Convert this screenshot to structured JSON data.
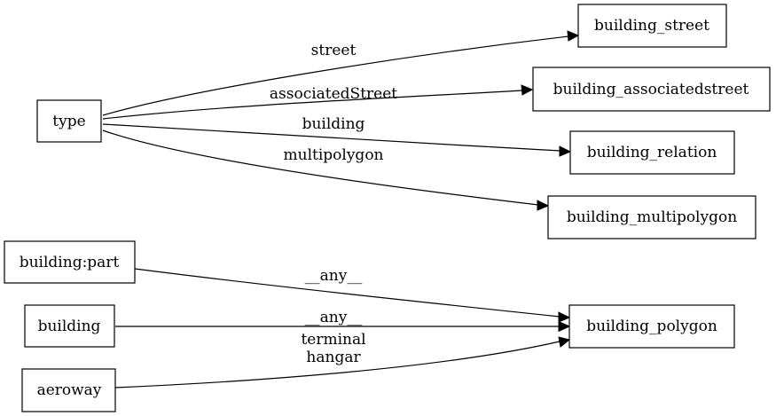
{
  "nodes": {
    "type": "type",
    "building_street": "building_street",
    "building_associatedstreet": "building_associatedstreet",
    "building_relation": "building_relation",
    "building_multipolygon": "building_multipolygon",
    "building_part": "building:part",
    "building": "building",
    "aeroway": "aeroway",
    "building_polygon": "building_polygon"
  },
  "edges": {
    "street": "street",
    "associatedStreet": "associatedStreet",
    "building": "building",
    "multipolygon": "multipolygon",
    "part_any": "__any__",
    "building_any": "__any__",
    "aeroway_terminal": "terminal",
    "aeroway_hangar": "hangar"
  }
}
